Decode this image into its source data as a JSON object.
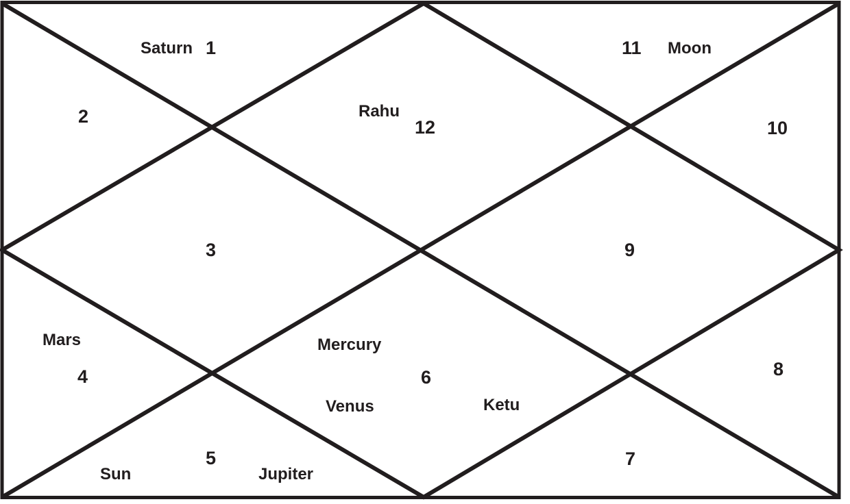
{
  "chart_data": {
    "type": "diagram",
    "title": "North Indian Vedic Birth Chart (Kundali)",
    "style": "north-indian-diamond",
    "stroke_color": "#211d1e",
    "background_color": "#ffffff",
    "outer_border_width": 5,
    "inner_line_width": 6,
    "houses": [
      {
        "number": "1",
        "planets": [
          "Saturn"
        ]
      },
      {
        "number": "2",
        "planets": []
      },
      {
        "number": "3",
        "planets": []
      },
      {
        "number": "4",
        "planets": [
          "Mars"
        ]
      },
      {
        "number": "5",
        "planets": [
          "Sun",
          "Jupiter"
        ]
      },
      {
        "number": "6",
        "planets": [
          "Mercury",
          "Venus",
          "Ketu"
        ]
      },
      {
        "number": "7",
        "planets": []
      },
      {
        "number": "8",
        "planets": []
      },
      {
        "number": "9",
        "planets": []
      },
      {
        "number": "10",
        "planets": []
      },
      {
        "number": "11",
        "planets": [
          "Moon"
        ]
      },
      {
        "number": "12",
        "planets": [
          "Rahu"
        ]
      }
    ]
  },
  "labels": {
    "house1": "1",
    "house2": "2",
    "house3": "3",
    "house4": "4",
    "house5": "5",
    "house6": "6",
    "house7": "7",
    "house8": "8",
    "house9": "9",
    "house10": "10",
    "house11": "11",
    "house12": "12",
    "saturn": "Saturn",
    "rahu": "Rahu",
    "moon": "Moon",
    "mars": "Mars",
    "mercury": "Mercury",
    "venus": "Venus",
    "ketu": "Ketu",
    "sun": "Sun",
    "jupiter": "Jupiter"
  }
}
